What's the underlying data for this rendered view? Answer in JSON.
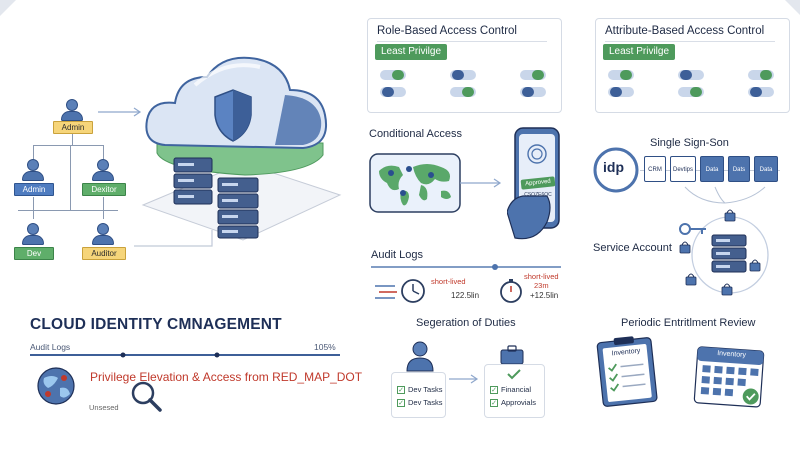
{
  "colors": {
    "primary": "#4d73ad",
    "dark": "#1e2f57",
    "green": "#4e9a5c",
    "yellow": "#f6d57a",
    "red": "#c0392b"
  },
  "org_chart": {
    "top_label": "Admin",
    "mid_left_label": "Admin",
    "mid_right_label": "Dexitor",
    "bottom_left_label": "Dev",
    "bottom_right_label": "Auditor"
  },
  "rbac": {
    "title": "Role-Based Access Control",
    "tag": "Least Privilge",
    "toggles": [
      {
        "on": true
      },
      {
        "on": false
      },
      {
        "on": true
      },
      {
        "on": false
      },
      {
        "on": true
      },
      {
        "on": false
      }
    ]
  },
  "abac": {
    "title": "Attribute-Based Access Control",
    "tag": "Least Privilge",
    "toggles": [
      {
        "on": true
      },
      {
        "on": false
      },
      {
        "on": true
      },
      {
        "on": false
      },
      {
        "on": true
      },
      {
        "on": false
      }
    ]
  },
  "conditional_access": {
    "title": "Conditional Access",
    "phone_badge": "Approved",
    "phone_code": "CSOZE6OC"
  },
  "sso": {
    "title": "Single Sign-Son",
    "idp": "idp",
    "apps": [
      "CRM",
      "Devtips",
      "Data",
      "Dats",
      "Data"
    ]
  },
  "service_account": {
    "title": "Service Account"
  },
  "audit_logs": {
    "title": "Audit Logs",
    "item1_label": "short-lived",
    "item1_value": "122.5lin",
    "item2_label": "short-lived",
    "item2_sub": "23m",
    "item2_value": "+12.5lin"
  },
  "main": {
    "title": "CLOUD IDENTITY CMNAGEMENT",
    "progress_label": "Audit Logs",
    "progress_value": "105%",
    "progress_fraction": 1.0,
    "privilege_text": "Privilege Elevation & Access from RED_MAP_DOT",
    "unused_label": "Unsesed"
  },
  "segregation": {
    "title": "Segeration of Duties",
    "left_items": [
      "Dev Tasks",
      "Dev Tasks"
    ],
    "right_items": [
      "Financial",
      "Approvials"
    ]
  },
  "review": {
    "title": "Periodic Entritlment Review",
    "clipboard_label": "Inventory",
    "calendar_label": "Inventory"
  }
}
